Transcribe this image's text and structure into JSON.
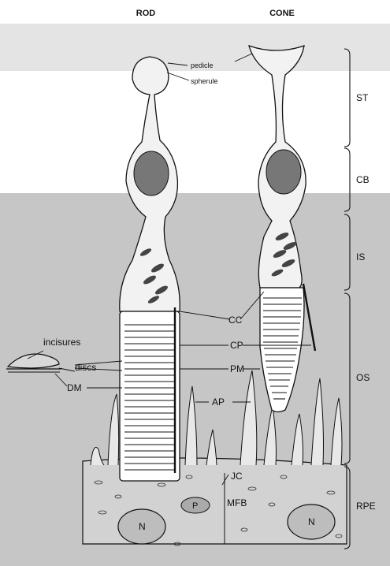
{
  "titles": {
    "rod": "ROD",
    "cone": "CONE"
  },
  "structure_labels": {
    "pedicle": "pedicle",
    "spherule": "spherule",
    "incisures": "incisures",
    "discs": "discs",
    "dm": "DM",
    "cc": "CC",
    "cp": "CP",
    "pm": "PM",
    "ap": "AP",
    "jc": "JC",
    "mfb": "MFB",
    "p": "P",
    "n_left": "N",
    "n_right": "N"
  },
  "region_labels": {
    "st": "ST",
    "cb": "CB",
    "is": "IS",
    "os": "OS",
    "rpe": "RPE"
  },
  "colors": {
    "ink": "#111111",
    "shade": "#c4c4c4",
    "paper": "#ffffff"
  }
}
